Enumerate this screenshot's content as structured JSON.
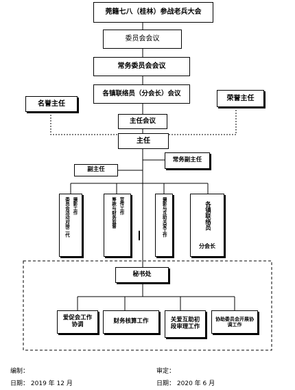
{
  "top_title": "莞籍七八（桂林）参战老兵大会",
  "committee": "委员会会议",
  "standing_committee": "常务委员会会议",
  "liaison": "各镇联络员（分会长）会议",
  "honorary_left": "名誉主任",
  "honorary_right": "荣誉主任",
  "director_meeting": "主任会议",
  "director": "主任",
  "executive_deputy": "常务副主任",
  "deputy": "副主任",
  "deputy_roles": [
    "委员会活动对接二代",
    "摄影工作",
    "筹款与财务监督",
    "宣传工作",
    "摄影与互助关爱工作",
    "各镇联络员",
    "分会长"
  ],
  "secretariat": "秘书处",
  "bottom_units": [
    "爱促会工作协调",
    "财务核算工作",
    "关爱互助初段审理工作",
    "协助委员会开展协调工作"
  ],
  "footer": {
    "editor_label": "编制：",
    "editor_value": "",
    "reviewer_label": "审定：",
    "reviewer_value": "",
    "date_left_label": "日期：",
    "date_left_value": "2019 年 12 月",
    "date_right_label": "日期：",
    "date_right_value": "2020 年 6 月"
  }
}
